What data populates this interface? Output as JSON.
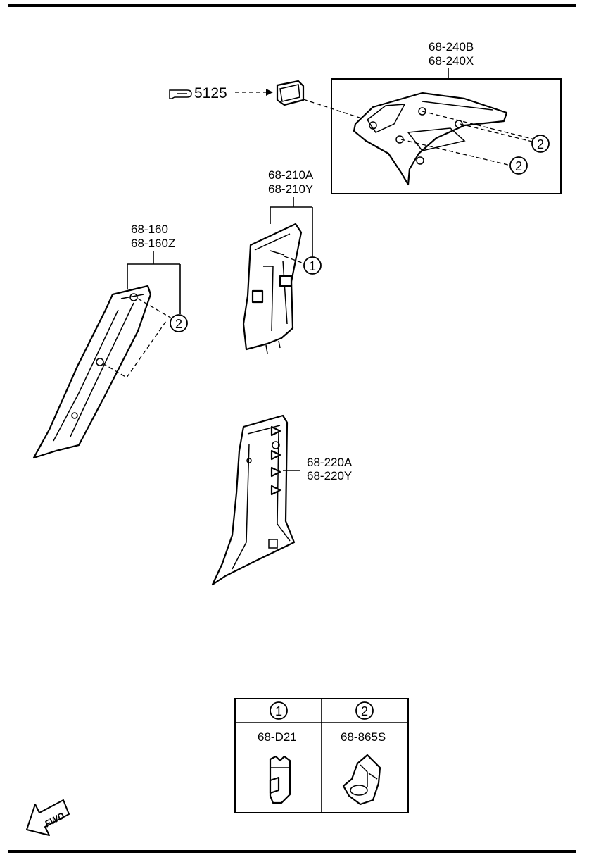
{
  "figure_ref": {
    "code": "5125"
  },
  "parts": {
    "rear_upper_trim": {
      "codes": [
        "68-240B",
        "68-240X"
      ]
    },
    "center_pillar_trim": {
      "codes": [
        "68-210A",
        "68-210Y"
      ]
    },
    "front_pillar_trim": {
      "codes": [
        "68-160",
        "68-160Z"
      ]
    },
    "lower_pillar_trim": {
      "codes": [
        "68-220A",
        "68-220Y"
      ]
    }
  },
  "callouts": {
    "one": "1",
    "two": "2"
  },
  "legend": {
    "headers": [
      "1",
      "2"
    ],
    "items": [
      {
        "code": "68-D21"
      },
      {
        "code": "68-865S"
      }
    ]
  },
  "fwd_label": "FWD"
}
